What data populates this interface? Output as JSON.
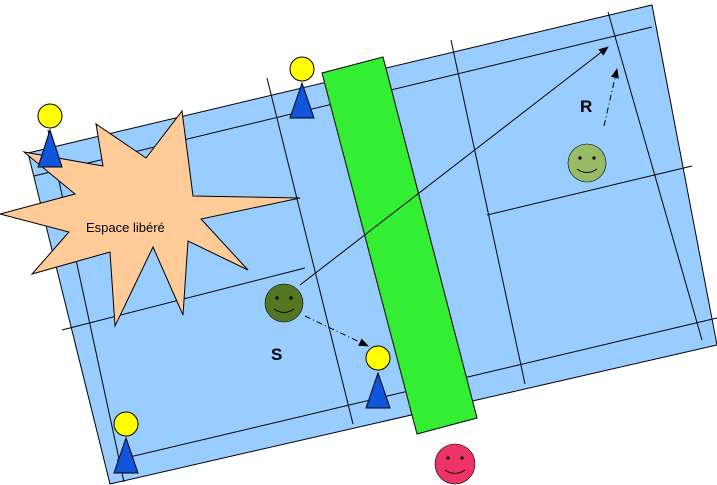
{
  "colors": {
    "court": "#99ccff",
    "net": "#33ee33",
    "star": "#ffcc99",
    "player_head": "#ffff00",
    "player_body": "#1155dd",
    "smiley_dark": "#557722",
    "smiley_light": "#99bb66",
    "smiley_red": "#ee3366"
  },
  "labels": {
    "star": "Espace libéré",
    "server": "S",
    "receiver": "R"
  },
  "figures": {
    "players": [
      "player-icon",
      "player-icon",
      "player-icon",
      "player-icon"
    ],
    "smileys": [
      "smiley-face-icon",
      "smiley-face-icon",
      "smiley-face-icon"
    ]
  }
}
